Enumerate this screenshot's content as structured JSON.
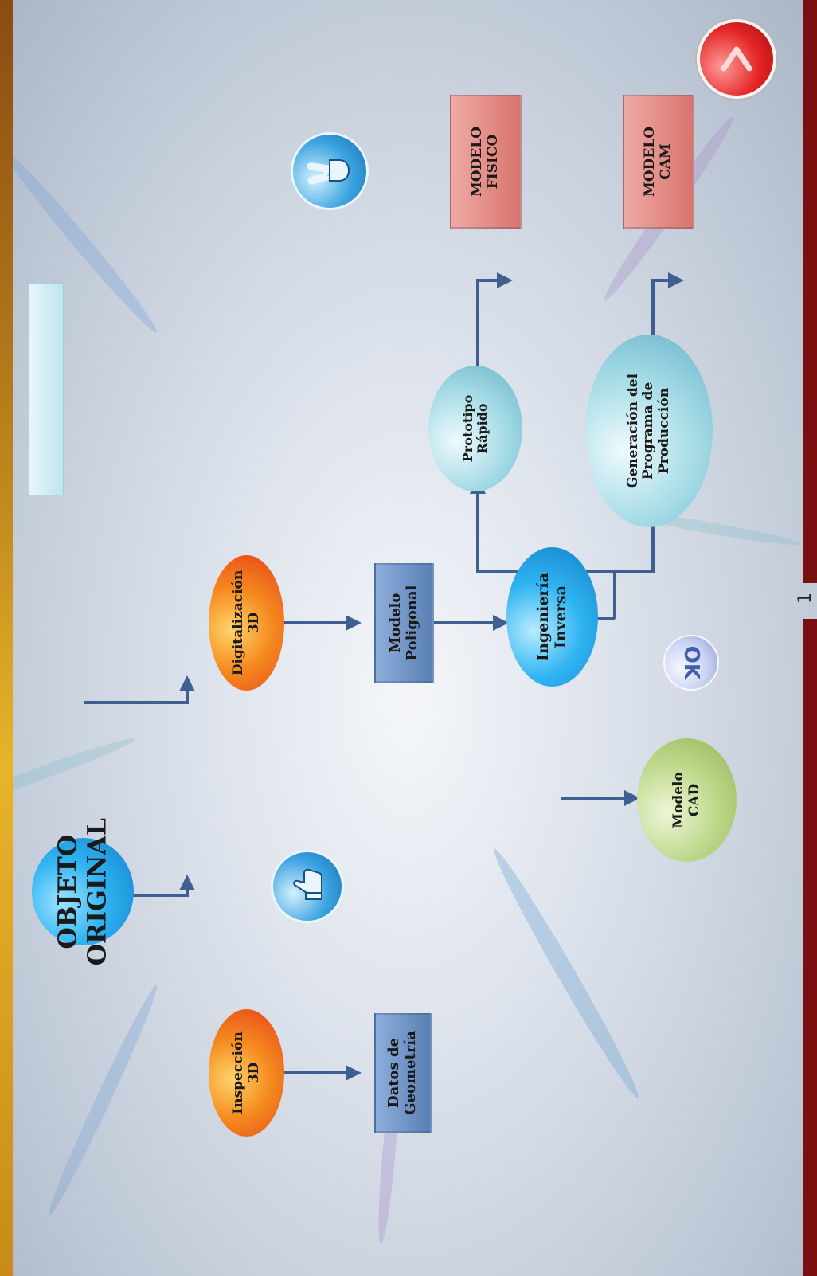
{
  "diagram": {
    "nodes": {
      "objeto_original": "OBJETO\nORIGINAL",
      "inspeccion_3d": "Inspección\n3D",
      "digitalizacion_3d": "Digitalización\n3D",
      "datos_geometria": "Datos de\nGeometría",
      "modelo_poligonal": "Modelo\nPoligonal",
      "modelo_cad": "Modelo\nCAD",
      "ingenieria_inversa": "Ingeniería\nInversa",
      "prototipo_rapido": "Prototipo\nRápido",
      "generacion_programa": "Generación del\nPrograma de\nProducción",
      "modelo_fisico": "MODELO\nFISICO",
      "modelo_cam": "MODELO\nCAM"
    }
  },
  "controls": {
    "ok_label": "OK",
    "page_number": "1"
  },
  "colors": {
    "blue_oval": "#1d9ee6",
    "orange_oval": "#f25a1a",
    "green_oval": "#a7c66a",
    "teal_oval": "#8fd0dc",
    "blue_rect": "#5f86b8",
    "red_rect": "#d9746d",
    "arrow": "#3e5f8f",
    "dark_red_bar": "#7a0f0f"
  },
  "icons": [
    "thumbs-up-icon",
    "victory-hand-icon",
    "ok-icon",
    "next-arrow-icon"
  ]
}
